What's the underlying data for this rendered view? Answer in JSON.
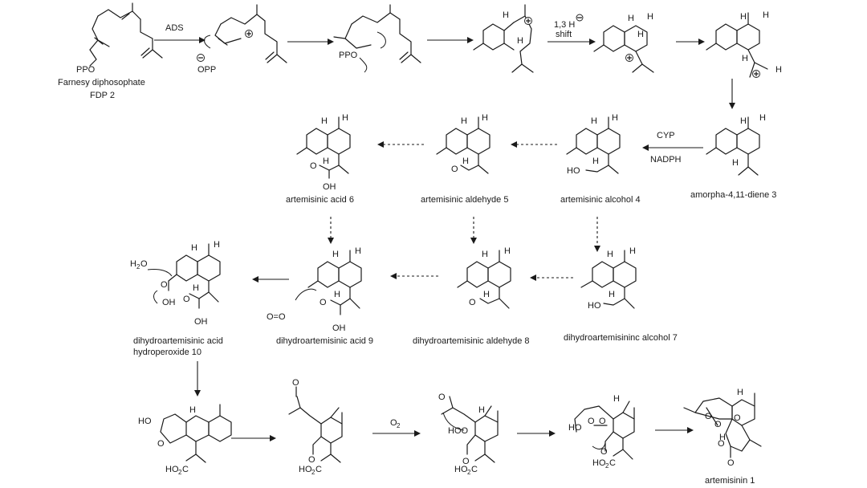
{
  "reagents": {
    "ads": "ADS",
    "shift_a": "1,3 H",
    "shift_b": "shift",
    "cyp": "CYP",
    "nadph": "NADPH",
    "o2": "O",
    "o2_sub": "2"
  },
  "compounds": {
    "fdp_name": "Farnesy diphosophate",
    "fdp_num": "FDP 2",
    "amorpha": "amorpha-4,11-diene 3",
    "alcohol4": "artemisinic alcohol 4",
    "aldehyde5": "artemisinic aldehyde 5",
    "acid6": "artemisinic acid 6",
    "alcohol7": "dihydroartemisininc alcohol 7",
    "aldehyde8": "dihydroartemisinic aldehyde 8",
    "acid9": "dihydroartemisinic acid 9",
    "hydro10_a": "dihydroartemisinic acid",
    "hydro10_b": "hydroperoxide 10",
    "artemisinin": "artemisinin 1"
  },
  "atoms": {
    "ppo": "PPO",
    "opp": "OPP",
    "h": "H",
    "oh": "OH",
    "ho": "HO",
    "o": "O",
    "hoo": "HOO",
    "ho2c": "HO",
    "ho2c_sub": "2",
    "ho2c_c": "C",
    "water": "H",
    "water_sub": "2",
    "water_o": "O",
    "dioxygen": "O=O"
  }
}
